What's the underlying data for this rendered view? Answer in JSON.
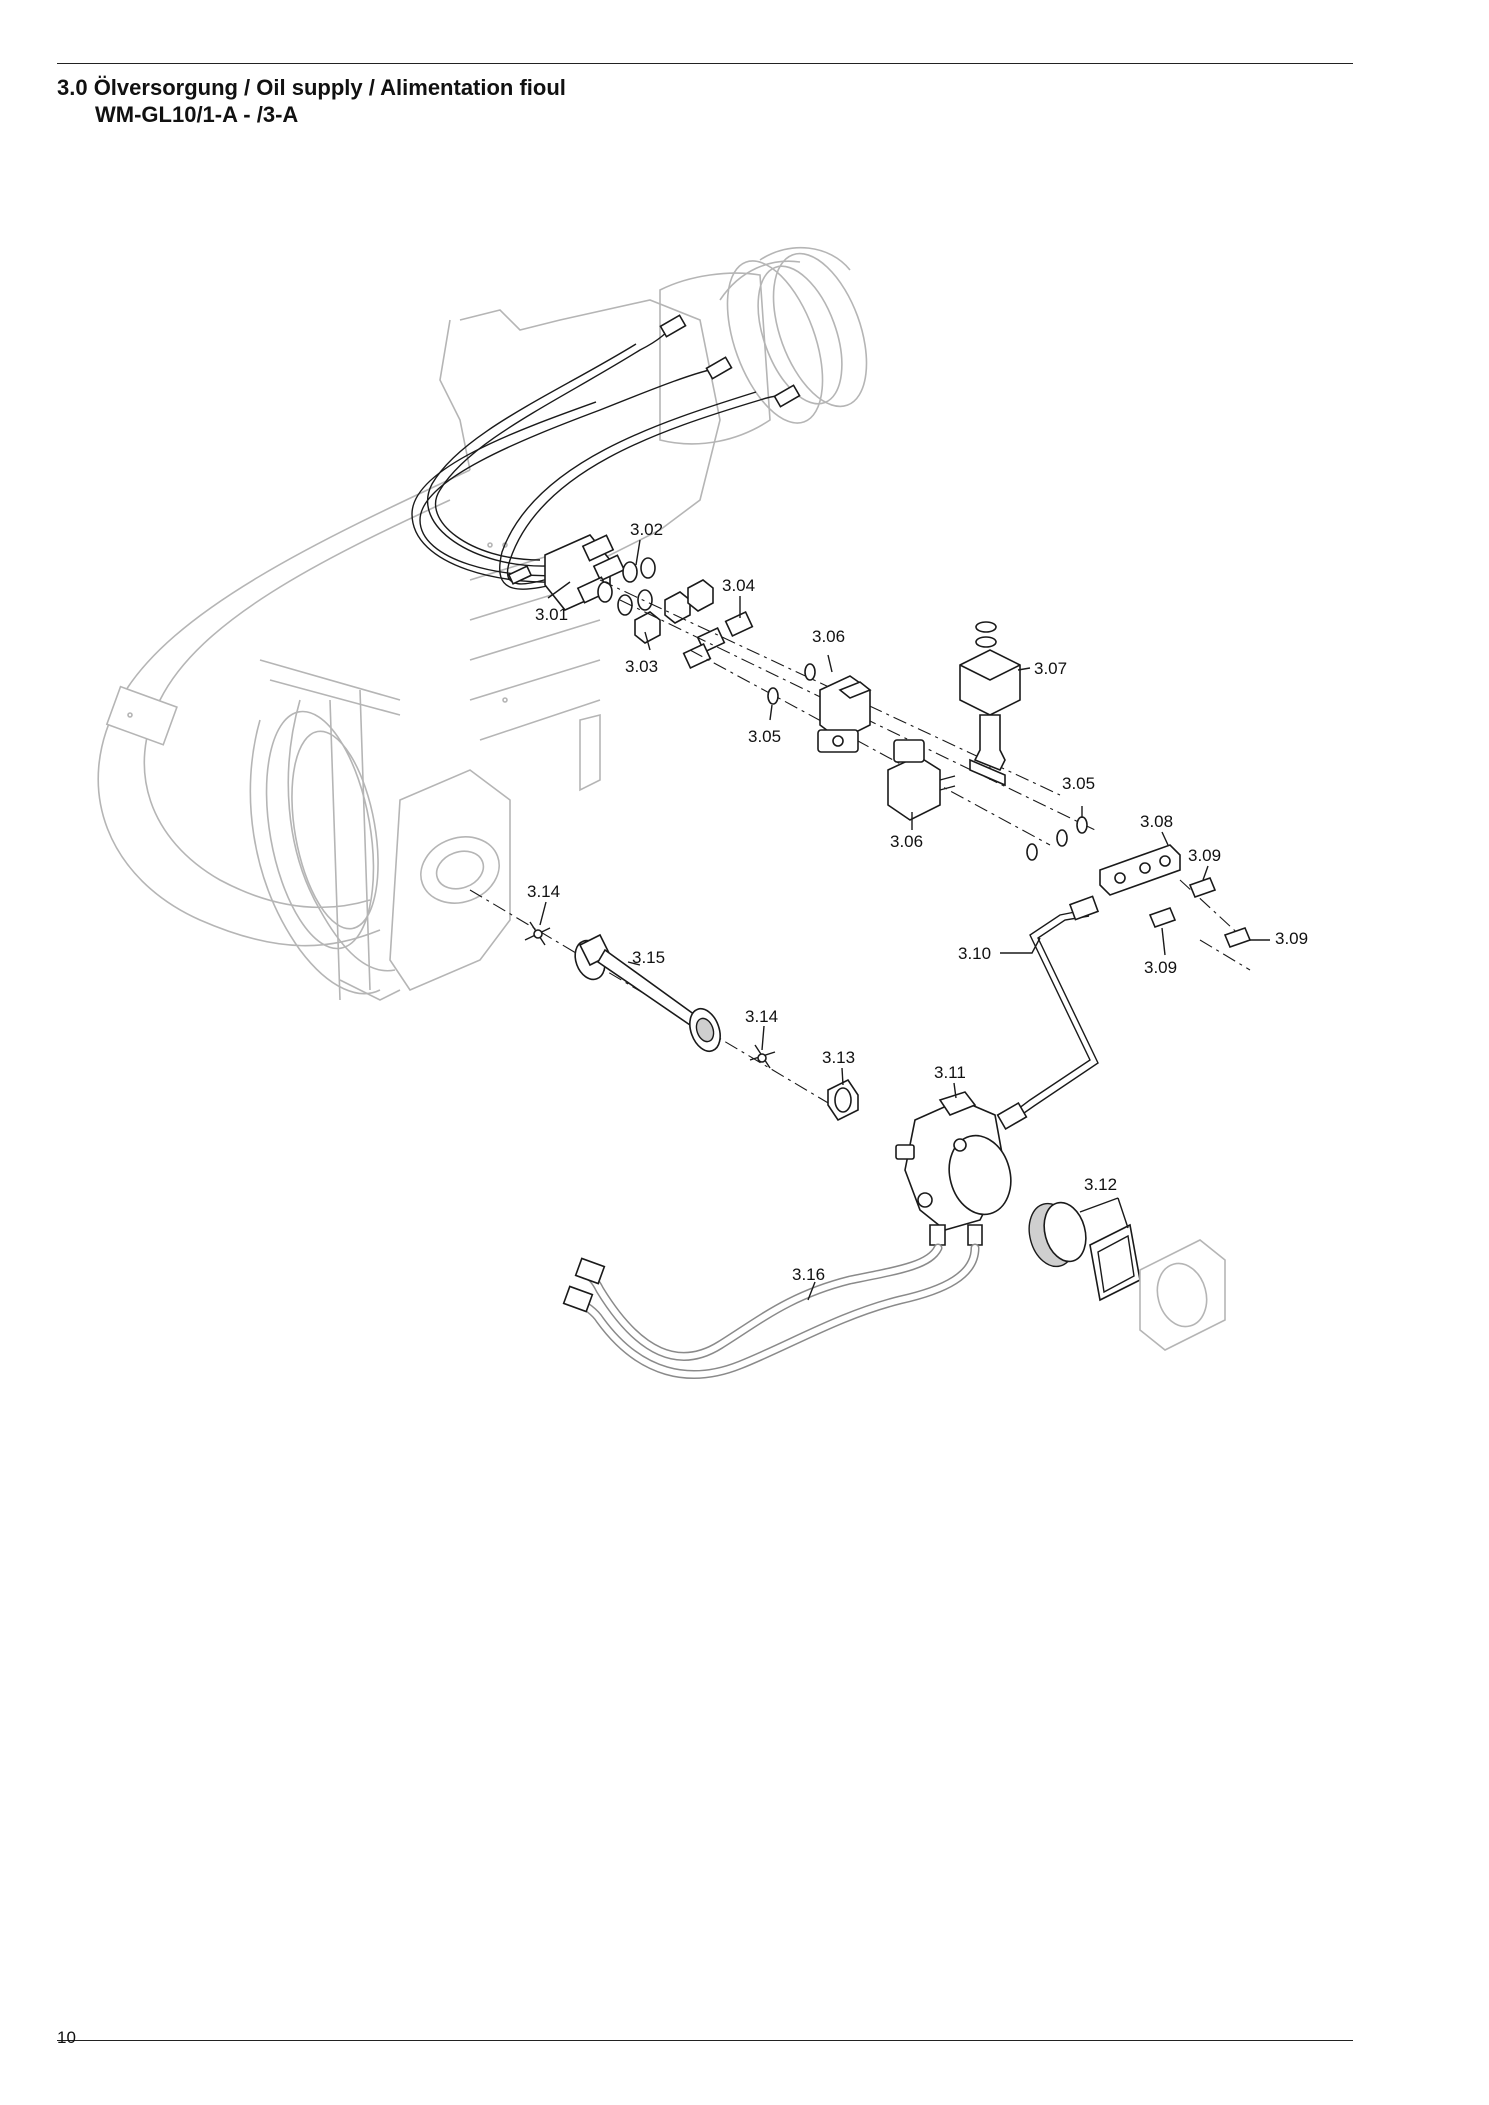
{
  "header": {
    "title_line1": "3.0 Ölversorgung / Oil supply / Alimentation fioul",
    "title_line2": "WM-GL10/1-A - /3-A"
  },
  "footer": {
    "page_number": "10"
  },
  "callouts": [
    "3.01",
    "3.02",
    "3.03",
    "3.04",
    "3.05",
    "3.05",
    "3.06",
    "3.06",
    "3.07",
    "3.08",
    "3.09",
    "3.09",
    "3.09",
    "3.10",
    "3.11",
    "3.12",
    "3.13",
    "3.14",
    "3.14",
    "3.15",
    "3.16"
  ]
}
